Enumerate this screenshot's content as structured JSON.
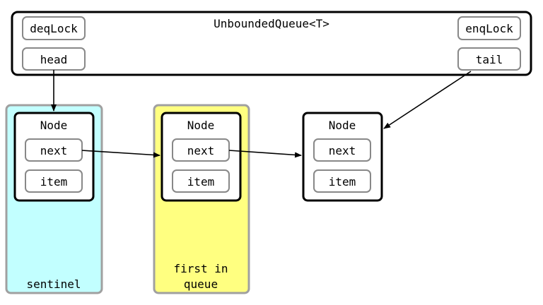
{
  "queue": {
    "title": "UnboundedQueue<T>",
    "fields": {
      "deq_lock": "deqLock",
      "enq_lock": "enqLock",
      "head": "head",
      "tail": "tail"
    }
  },
  "nodes": [
    {
      "title": "Node",
      "fields": [
        "next",
        "item"
      ]
    },
    {
      "title": "Node",
      "fields": [
        "next",
        "item"
      ]
    },
    {
      "title": "Node",
      "fields": [
        "next",
        "item"
      ]
    }
  ],
  "regions": {
    "sentinel": {
      "label": "sentinel",
      "color": "#C2FFFF"
    },
    "first_in_queue": {
      "label_line1": "first in",
      "label_line2": "queue",
      "color": "#FFFF80"
    }
  },
  "colors": {
    "stroke": "#000000",
    "field_stroke": "#888888",
    "region_stroke": "#A0A0A0"
  }
}
